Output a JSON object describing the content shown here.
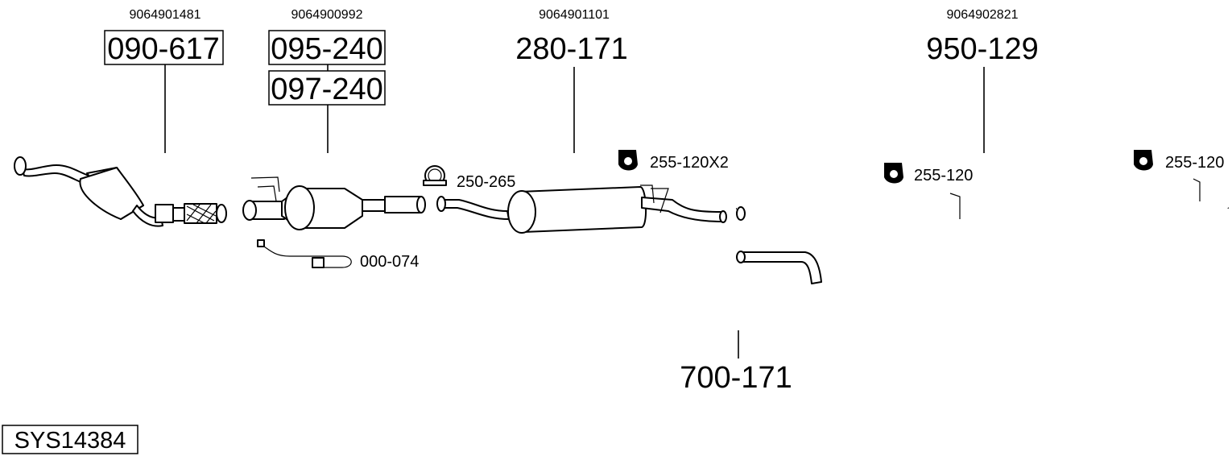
{
  "oe_numbers": [
    "9064901481",
    "9064900992",
    "9064901101",
    "9064902821"
  ],
  "parts": {
    "catalyst": "090-617",
    "dpf_a": "095-240",
    "dpf_b": "097-240",
    "middle_silencer": "280-171",
    "rear_pipe": "950-129",
    "tail_pipe": "700-171"
  },
  "accessories": {
    "sensor": "000-074",
    "clamp": "250-265",
    "hanger_x2": "255-120X2",
    "hanger_1": "255-120",
    "hanger_2": "255-120"
  },
  "system_id": "SYS14384",
  "icons": {
    "clamp": "clamp-icon",
    "hanger": "rubber-hanger-icon"
  }
}
